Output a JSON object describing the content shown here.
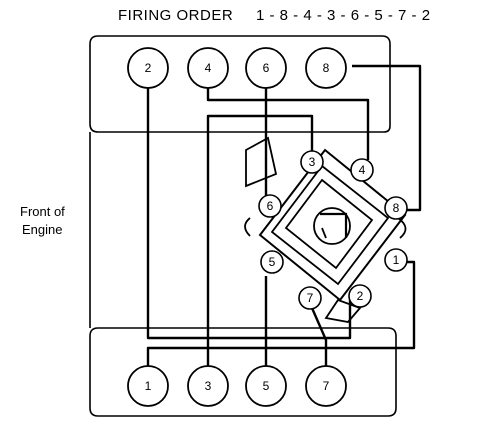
{
  "diagram": {
    "firing_order_label": "FIRING ORDER",
    "firing_order_sequence": "1 - 8 - 4 - 3 - 6 - 5 - 7 - 2",
    "front_label_line1": "Front of",
    "front_label_line2": "Engine",
    "cylinders": {
      "c1": "1",
      "c2": "2",
      "c3": "3",
      "c4": "4",
      "c5": "5",
      "c6": "6",
      "c7": "7",
      "c8": "8"
    },
    "distributor_terminals": {
      "t1": "1",
      "t2": "2",
      "t3": "3",
      "t4": "4",
      "t5": "5",
      "t6": "6",
      "t7": "7",
      "t8": "8"
    }
  }
}
